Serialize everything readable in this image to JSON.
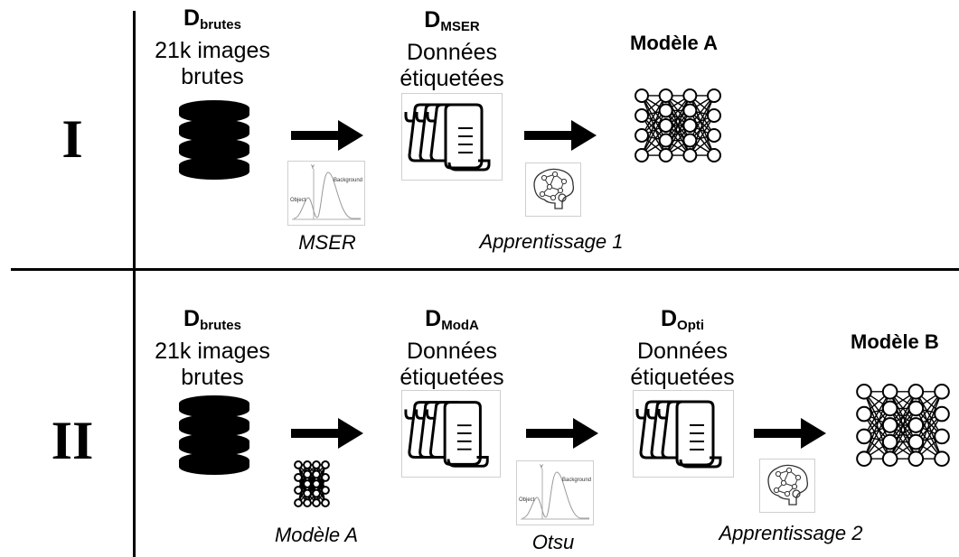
{
  "colors": {
    "ink": "#000000",
    "thumb_border": "#cfcfcf",
    "curve": "#999999"
  },
  "rows": [
    {
      "numeral": "I",
      "source": {
        "symbol": "D",
        "subscript": "brutes",
        "line1": "21k images",
        "line2": "brutes",
        "icon": "database-icon"
      },
      "step1": {
        "caption": "MSER",
        "icon": "histogram-icon",
        "hist_labels": {
          "y": "Y",
          "object": "Object",
          "background": "Background"
        }
      },
      "dataset": {
        "symbol": "D",
        "subscript": "MSER",
        "line1": "Données",
        "line2": "étiquetées",
        "icon": "documents-icon"
      },
      "step2": {
        "caption": "Apprentissage 1",
        "icon": "brain-circuit-icon"
      },
      "model": {
        "title": "Modèle A",
        "icon": "neural-network-icon"
      }
    },
    {
      "numeral": "II",
      "source": {
        "symbol": "D",
        "subscript": "brutes",
        "line1": "21k images",
        "line2": "brutes",
        "icon": "database-icon"
      },
      "step1": {
        "caption": "Modèle A",
        "icon": "neural-network-icon"
      },
      "dataset": {
        "symbol": "D",
        "subscript": "ModA",
        "line1": "Données",
        "line2": "étiquetées",
        "icon": "documents-icon"
      },
      "step2": {
        "caption": "Otsu",
        "icon": "histogram-icon",
        "hist_labels": {
          "y": "Y",
          "object": "Object",
          "background": "Background"
        }
      },
      "dataset2": {
        "symbol": "D",
        "subscript": "Opti",
        "line1": "Données",
        "line2": "étiquetées",
        "icon": "documents-icon"
      },
      "step3": {
        "caption": "Apprentissage 2",
        "icon": "brain-circuit-icon"
      },
      "model": {
        "title": "Modèle B",
        "icon": "neural-network-icon"
      }
    }
  ]
}
